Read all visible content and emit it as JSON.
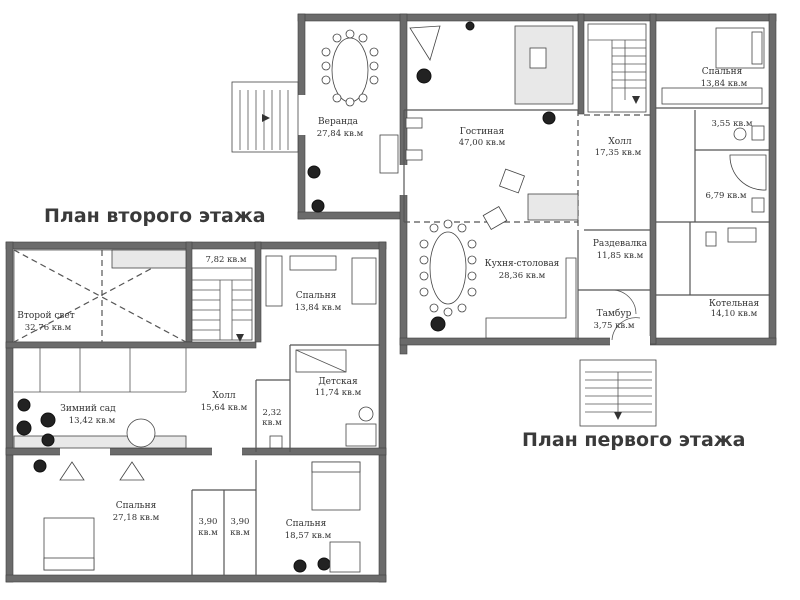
{
  "titles": {
    "second_floor": "План второго этажа",
    "first_floor": "План первого этажа"
  },
  "first_floor": {
    "veranda": {
      "name": "Веранда",
      "area": "27,84 кв.м"
    },
    "living": {
      "name": "Гостиная",
      "area": "47,00 кв.м"
    },
    "hall": {
      "name": "Холл",
      "area": "17,35 кв.м"
    },
    "bedroom": {
      "name": "Спальня",
      "area": "13,84 кв.м"
    },
    "bath1": {
      "area": "3,55 кв.м"
    },
    "bath2": {
      "area": "6,79 кв.м"
    },
    "kitchen": {
      "name": "Кухня-столовая",
      "area": "28,36 кв.м"
    },
    "cloakroom": {
      "name": "Раздевалка",
      "area": "11,85 кв.м"
    },
    "vestibule": {
      "name": "Тамбур",
      "area": "3,75 кв.м"
    },
    "boiler": {
      "name": "Котельная",
      "area": "14,10 кв.м"
    }
  },
  "second_floor": {
    "stair": {
      "area": "7,82 кв.м"
    },
    "bedroom_top": {
      "name": "Спальня",
      "area": "13,84 кв.м"
    },
    "second_light": {
      "name": "Второй свет",
      "area": "32,76 кв.м"
    },
    "children": {
      "name": "Детская",
      "area": "11,74 кв.м"
    },
    "hall": {
      "name": "Холл",
      "area": "15,64 кв.м"
    },
    "wc": {
      "area1": "2,32",
      "area2": "кв.м"
    },
    "winter_garden": {
      "name": "Зимний сад",
      "area": "13,42 кв.м"
    },
    "bedroom_big": {
      "name": "Спальня",
      "area": "27,18 кв.м"
    },
    "closet1": {
      "area1": "3,90",
      "area2": "кв.м"
    },
    "closet2": {
      "area1": "3,90",
      "area2": "кв.м"
    },
    "bedroom_right": {
      "name": "Спальня",
      "area": "18,57 кв.м"
    }
  }
}
